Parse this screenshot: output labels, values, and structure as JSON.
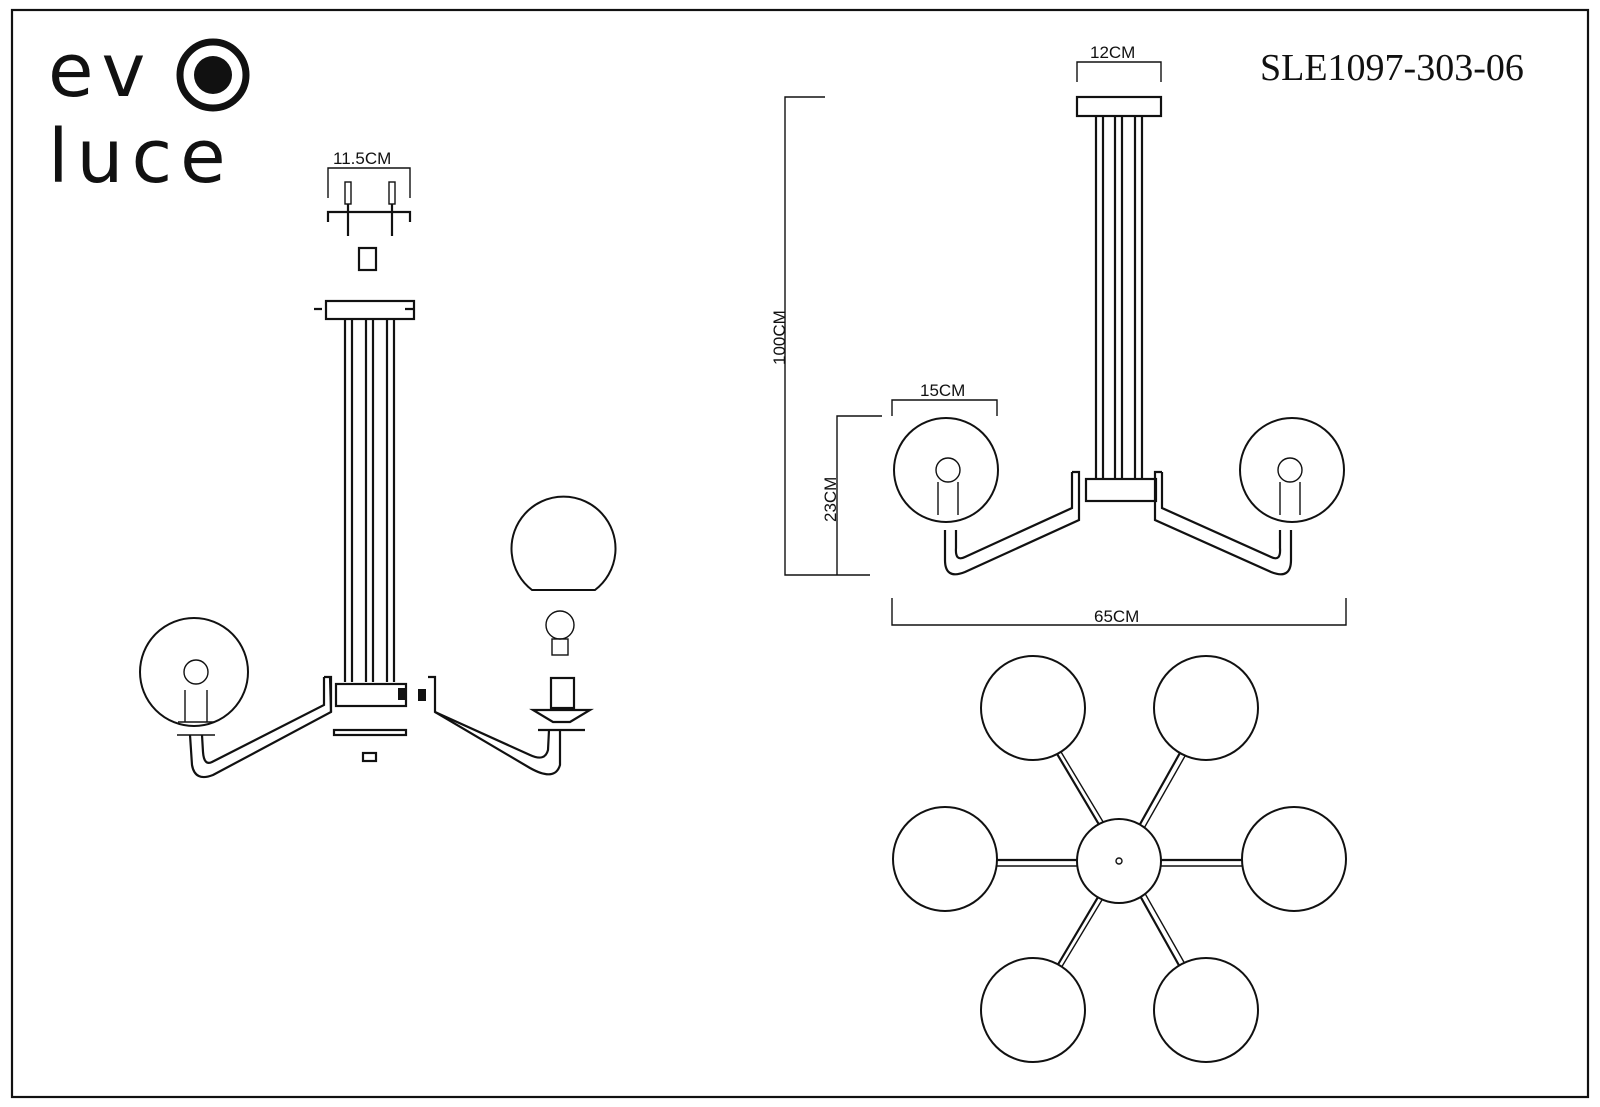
{
  "logo": {
    "line1": "ev",
    "line2": "luce"
  },
  "model": "SLE1097-303-06",
  "dimensions": {
    "mount_width": "11.5CM",
    "canopy_width": "12CM",
    "total_height": "100CM",
    "globe_diameter": "15CM",
    "arm_height": "23CM",
    "total_width": "65CM"
  },
  "top_view": {
    "globe_count": 6
  }
}
